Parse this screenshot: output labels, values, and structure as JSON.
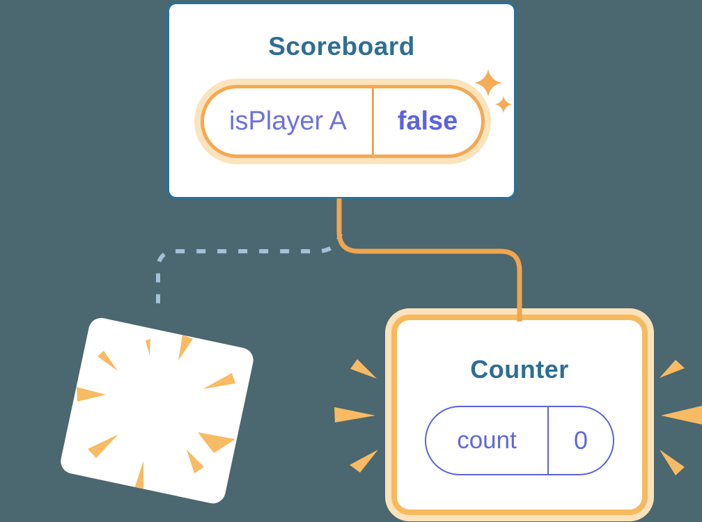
{
  "scene": {
    "background_color": "#4B6770",
    "component_tree": "Scoreboard parent with Counter child; previous child is destroyed (explosion) while a new Counter is created (sparkles/emphasis)"
  },
  "scoreboard_card": {
    "title": "Scoreboard",
    "state_pill": {
      "key": "isPlayer A",
      "value": "false"
    },
    "border_color": "#2C7093",
    "title_color": "#2E6E93",
    "pill_border_color": "#F5A953",
    "pill_glow_color": "#FBE3BC",
    "key_text_color": "#6C71DE",
    "value_text_color": "#5C64DB"
  },
  "counter_card": {
    "title": "Counter",
    "state_pill": {
      "key": "count",
      "value": "0"
    },
    "border_color": "#F7B95E",
    "glow_color": "#FBE2BB",
    "title_color": "#2E6E93",
    "pill_border_color": "#5A63D8",
    "text_color": "#6068DB"
  },
  "connectors": {
    "solid_color": "#F0A54E",
    "dashed_color": "#A3C2D9"
  },
  "icons": {
    "sparkles": "sparkles-icon",
    "explosion": "explosion-burst-icon",
    "emphasis": "emphasis-burst-icon",
    "accent_color": "#F5AD55"
  }
}
